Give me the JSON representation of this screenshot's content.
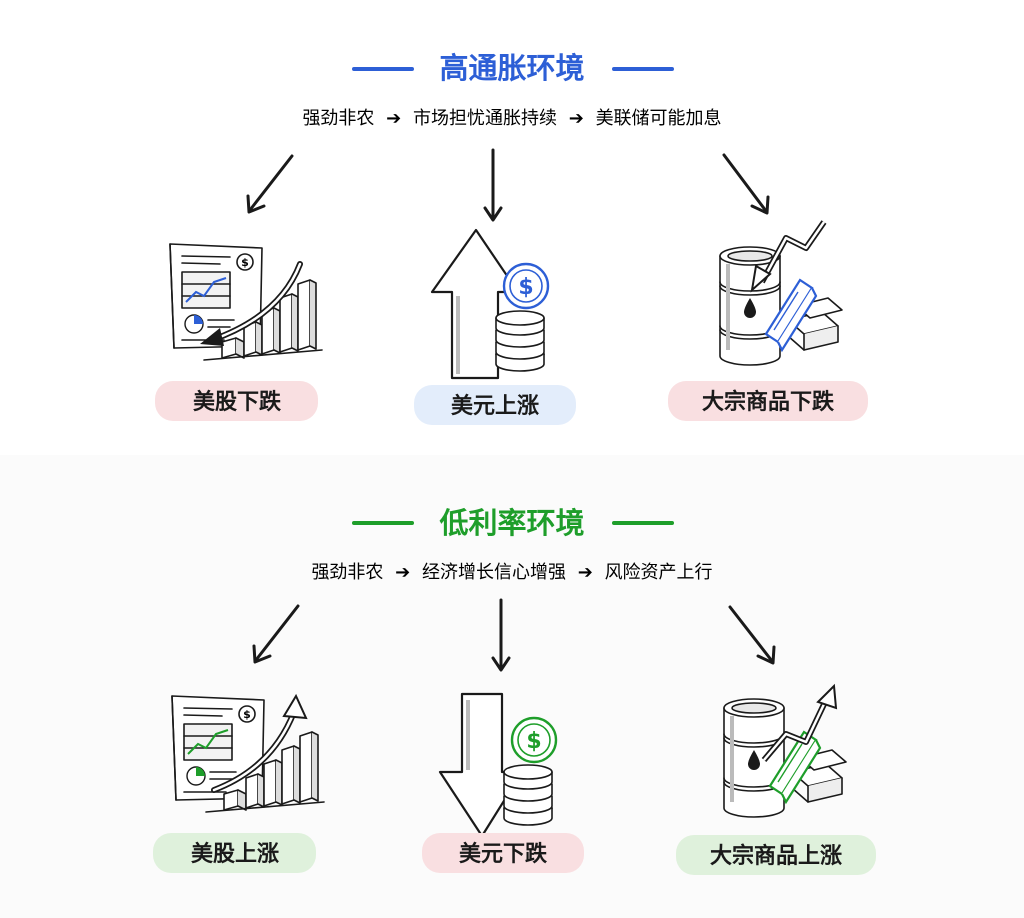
{
  "colors": {
    "blue": "#2d5fd6",
    "green": "#1e9e2a",
    "pink_pill": "#f9dfe1",
    "blue_pill": "#e3edfb",
    "green_pill": "#dff1dc"
  },
  "sections": [
    {
      "title": "高通胀环境",
      "flow": [
        "强劲非农",
        "市场担忧通胀持续",
        "美联储可能加息"
      ],
      "outcomes": [
        {
          "label": "美股下跌",
          "icon": "stock-chart-down-icon",
          "pill": "pink"
        },
        {
          "label": "美元上涨",
          "icon": "dollar-up-arrow-icon",
          "pill": "blue"
        },
        {
          "label": "大宗商品下跌",
          "icon": "oil-gold-down-icon",
          "pill": "pink"
        }
      ]
    },
    {
      "title": "低利率环境",
      "flow": [
        "强劲非农",
        "经济增长信心增强",
        "风险资产上行"
      ],
      "outcomes": [
        {
          "label": "美股上涨",
          "icon": "stock-chart-up-icon",
          "pill": "green"
        },
        {
          "label": "美元下跌",
          "icon": "dollar-down-arrow-icon",
          "pill": "pink"
        },
        {
          "label": "大宗商品上涨",
          "icon": "oil-gold-up-icon",
          "pill": "green"
        }
      ]
    }
  ]
}
